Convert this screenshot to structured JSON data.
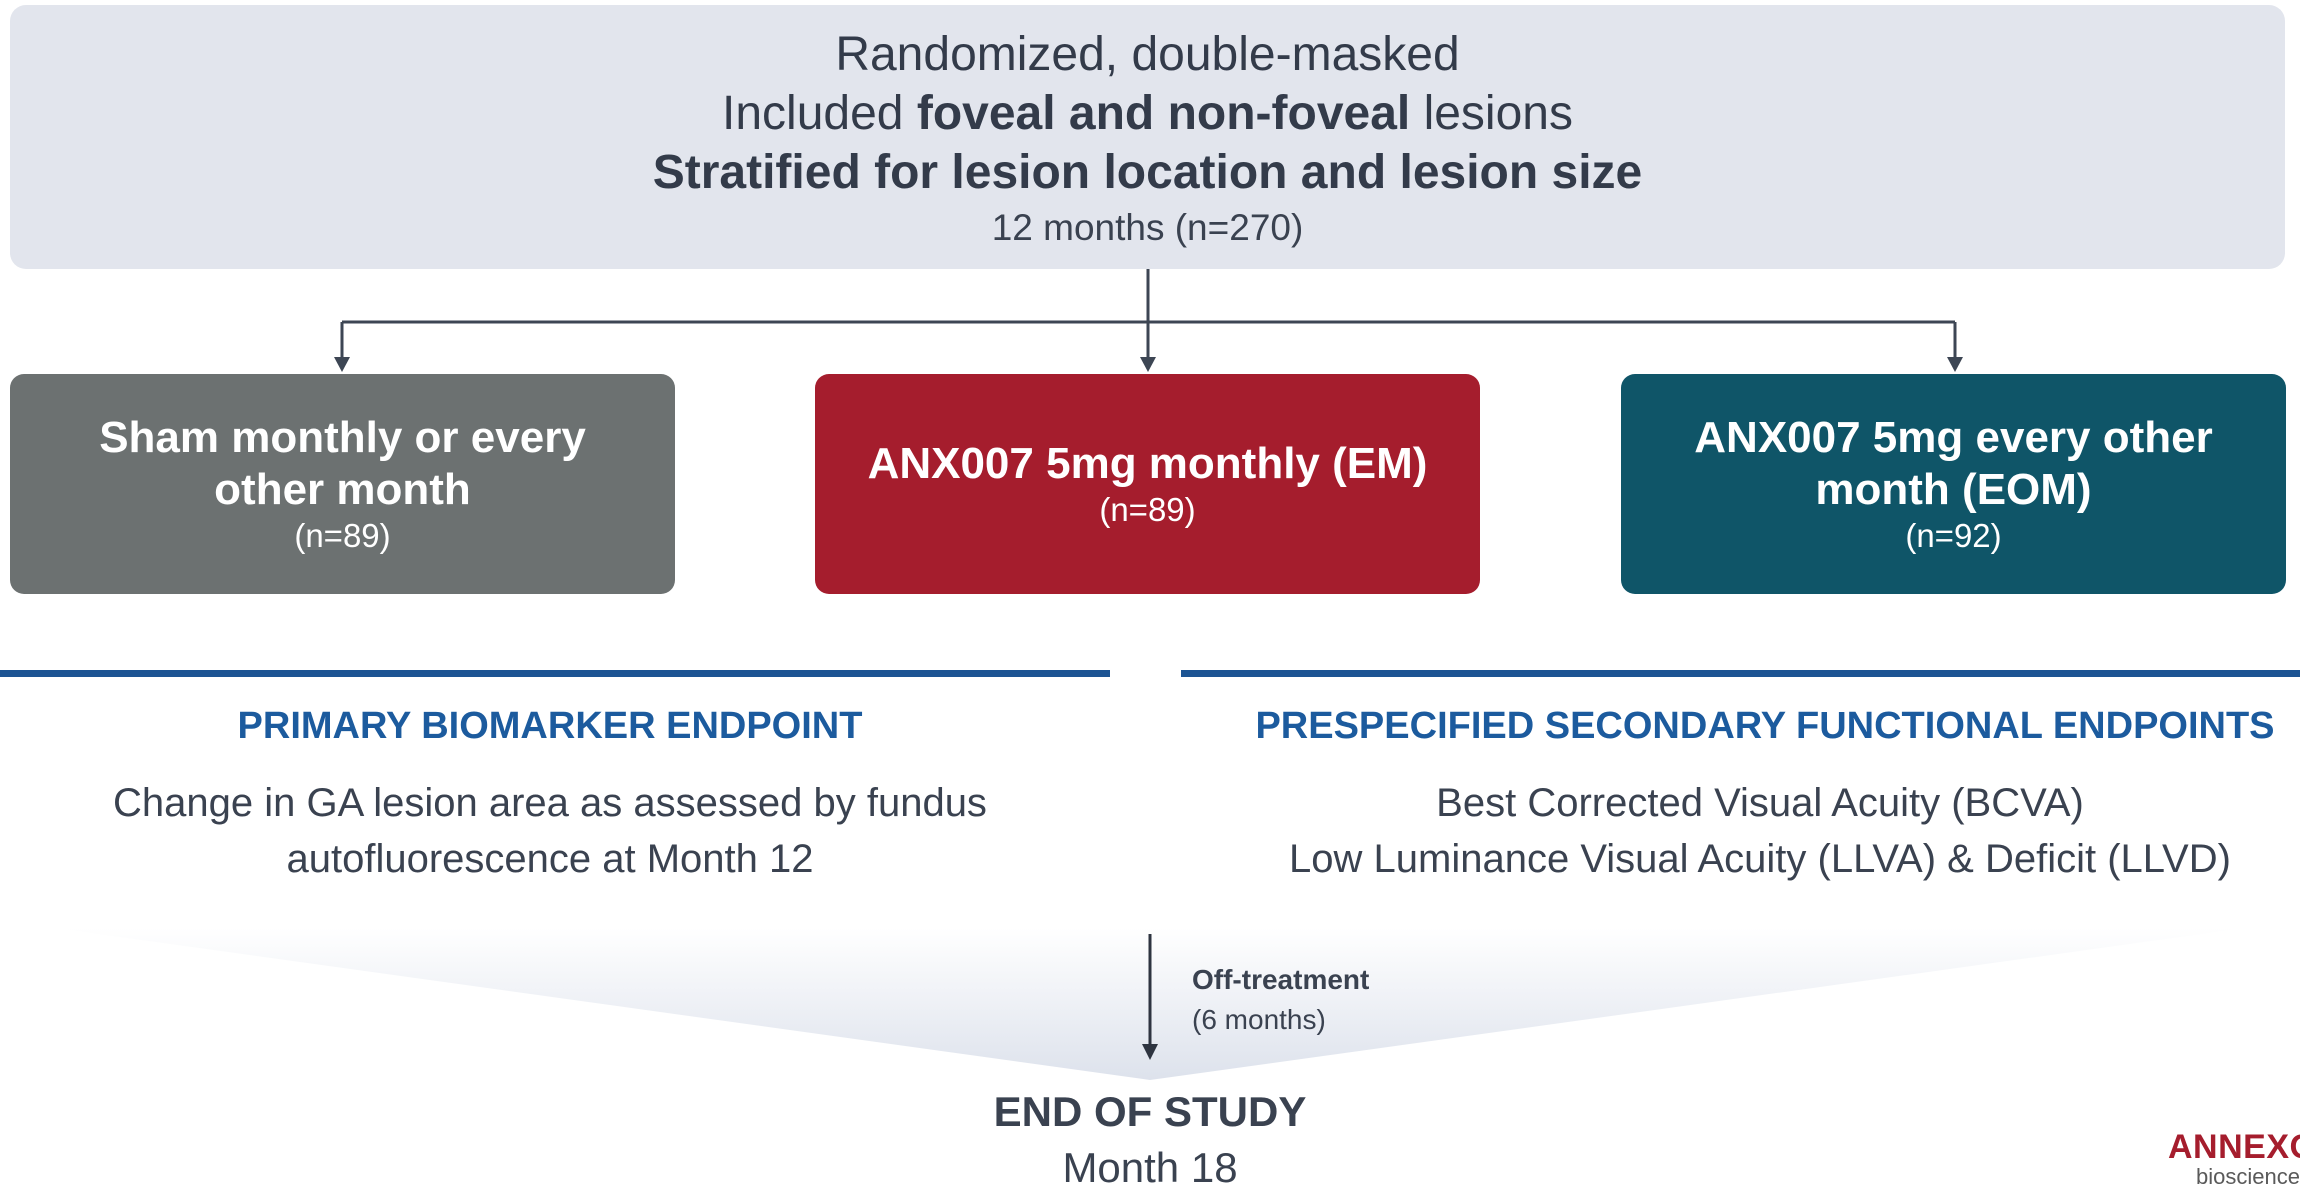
{
  "design": {
    "line1": "Randomized, double-masked",
    "line2_prefix": "Included ",
    "line2_bold": "foveal and non-foveal",
    "line2_suffix": " lesions",
    "line3": "Stratified for lesion location and lesion size",
    "line4": "12 months (n=270)"
  },
  "arms": {
    "sham": {
      "title": "Sham monthly or every other month",
      "n": "(n=89)",
      "color": "#6c7171"
    },
    "em": {
      "title": "ANX007 5mg monthly (EM)",
      "n": "(n=89)",
      "color": "#a51d2d"
    },
    "eom": {
      "title": "ANX007 5mg every other month (EOM)",
      "n": "(n=92)",
      "color": "#0f5568"
    }
  },
  "primary": {
    "heading": "PRIMARY BIOMARKER ENDPOINT",
    "line1": "Change in GA lesion area as assessed by fundus",
    "line2": "autofluorescence at Month 12"
  },
  "secondary": {
    "heading": "PRESPECIFIED SECONDARY FUNCTIONAL ENDPOINTS",
    "line1": "Best Corrected Visual Acuity (BCVA)",
    "line2": "Low Luminance Visual Acuity (LLVA) & Deficit (LLVD)"
  },
  "off_treatment": {
    "label": "Off-treatment",
    "duration": "(6 months)"
  },
  "end": {
    "title": "END OF STUDY",
    "subtitle": "Month 18"
  },
  "logo": {
    "word": "ANNEXON",
    "sub": "biosciences"
  },
  "colors": {
    "accent_blue": "#1c5493",
    "connector": "#3d4654"
  }
}
